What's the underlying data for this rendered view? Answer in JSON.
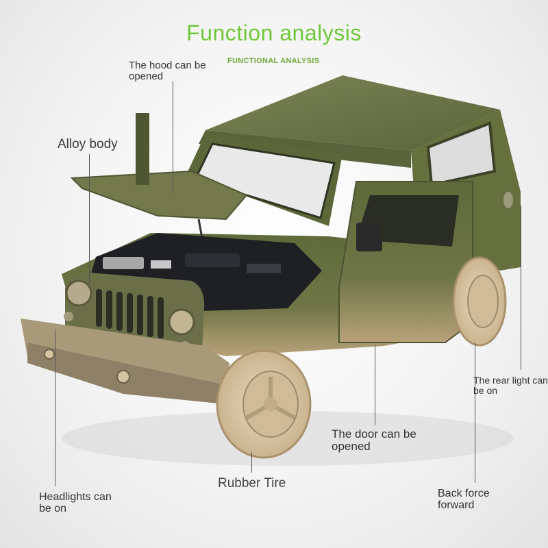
{
  "header": {
    "title": "Function analysis",
    "subtitle": "FUNCTIONAL ANALYSIS"
  },
  "callouts": {
    "hood": "The hood can be opened",
    "alloy_body": "Alloy body",
    "rear_light": "The rear light can be on",
    "door": "The door can be opened",
    "rubber_tire": "Rubber Tire",
    "headlights": "Headlights can be on",
    "back_force": "Back force forward"
  },
  "colors": {
    "title": "#6fc83a",
    "body_green": "#5f6b3c",
    "tire_tan": "#d8c6a4"
  }
}
